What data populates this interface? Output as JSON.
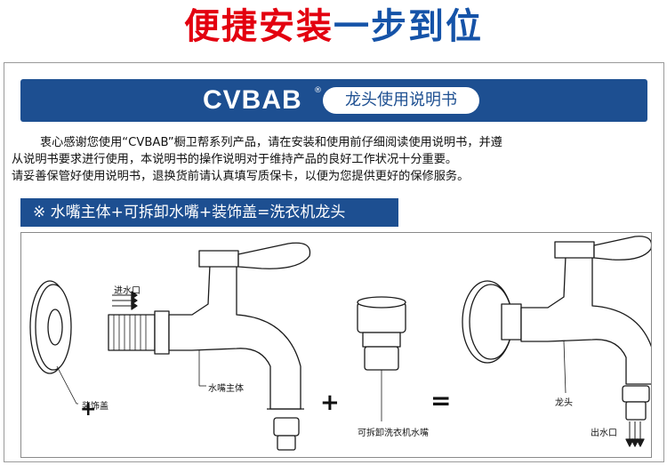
{
  "headline": {
    "part1": "便捷安装",
    "part2": "一步到位",
    "color_red": "#e3000f",
    "color_blue": "#1553a8"
  },
  "banner": {
    "brand": "CVBAB",
    "registered": "®",
    "title": "龙头使用说明书",
    "bg_color": "#1d4f91"
  },
  "intro": {
    "line1": "衷心感谢您使用“CVBAB”橱卫帮系列产品，请在安装和使用前仔细阅读使用说明书，并遵",
    "line2": "从说明书要求进行使用，本说明书的操作说明对于维持产品的良好工作状况十分重要。",
    "line3": "请妥善保管好使用说明书，退换货前请认真填写质保卡，以便为您提供更好的保修服务。"
  },
  "section": {
    "title": "※ 水嘴主体+可拆卸水嘴+装饰盖=洗衣机龙头"
  },
  "diagram": {
    "inlet_label": "进水口",
    "cover_label": "装饰盖",
    "body_label": "水嘴主体",
    "nozzle_label": "可拆卸洗衣机水嘴",
    "faucet_label": "龙头",
    "outlet_label": "出水口",
    "plus1": "+",
    "plus2": "+",
    "equals": "="
  }
}
